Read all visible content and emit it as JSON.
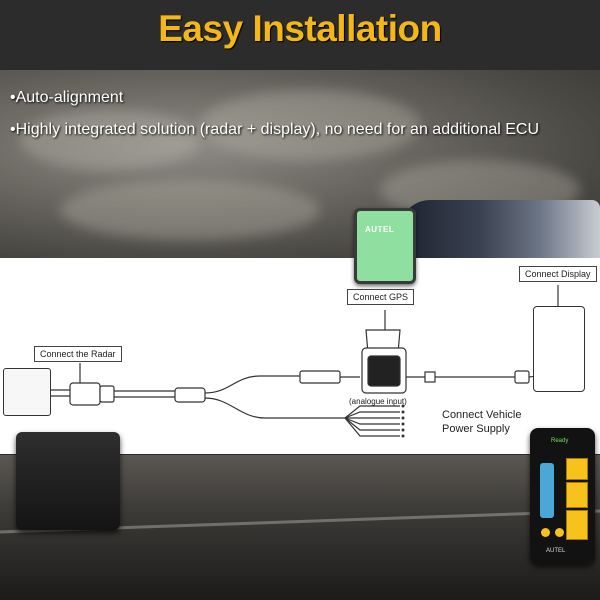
{
  "title": "Easy Installation",
  "bullets": [
    "•Auto-alignment",
    "•Highly integrated solution (radar + display), no need for an additional ECU"
  ],
  "labels": {
    "connect_radar": "Connect the Radar",
    "connect_gps": "Connect GPS",
    "connect_display": "Connect Display",
    "analogue_input": "(analogue input)",
    "connect_power_line1": "Connect Vehicle",
    "connect_power_line2": "Power  Supply"
  },
  "brand": {
    "gps_logo": "AUTEL",
    "display_logo": "AUTEL",
    "display_status": "Ready"
  },
  "colors": {
    "title": "#f4b71a",
    "gps_module": "#8fe0a0",
    "display_accent": "#f6c21b",
    "display_truck": "#4aa8d8"
  }
}
